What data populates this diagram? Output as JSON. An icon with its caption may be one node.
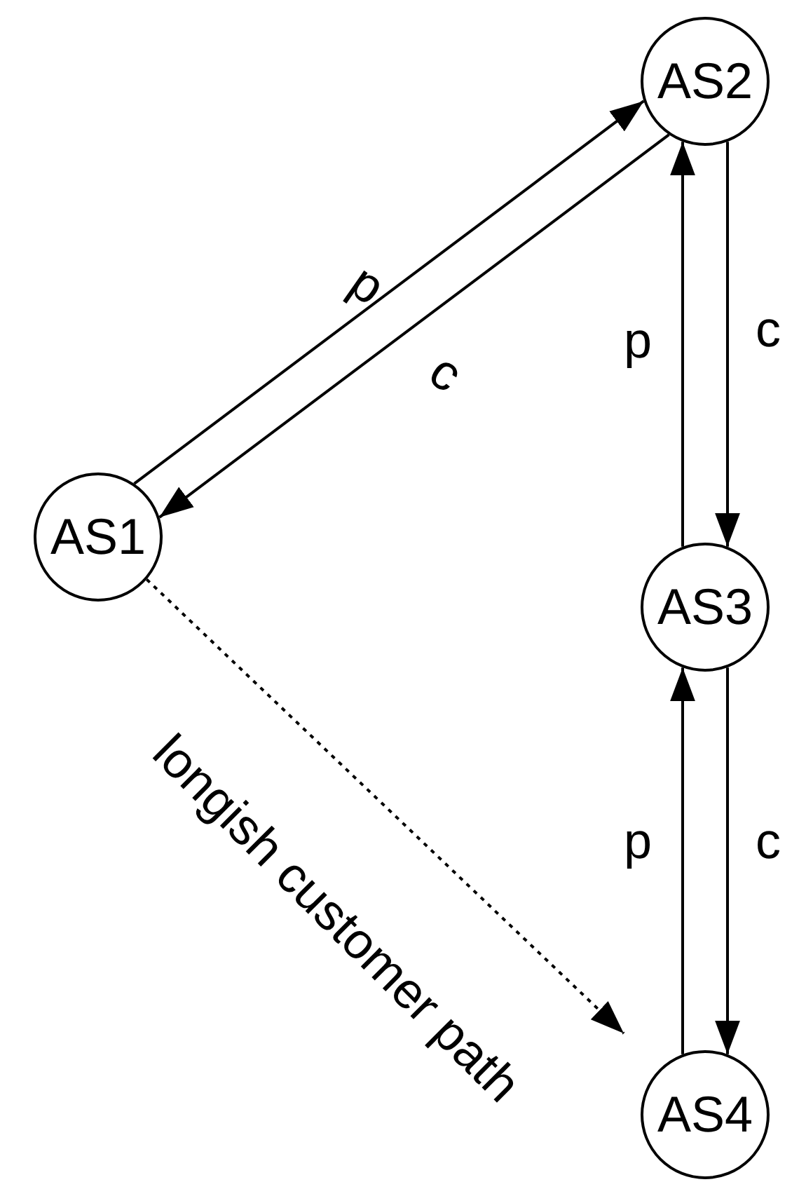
{
  "diagram": {
    "nodes": [
      {
        "text": [
          "AS1"
        ]
      },
      {
        "text": [
          "AS2"
        ]
      },
      {
        "text": [
          "AS3"
        ]
      },
      {
        "text": [
          "AS4"
        ]
      }
    ],
    "edges": [
      {
        "from": 0,
        "to": 1,
        "arrow": "to",
        "label": "p"
      },
      {
        "from": 1,
        "to": 0,
        "arrow": "to",
        "label": "c"
      },
      {
        "from": 2,
        "to": 1,
        "arrow": "to",
        "label": "p"
      },
      {
        "from": 1,
        "to": 2,
        "arrow": "to",
        "label": "c"
      },
      {
        "from": 3,
        "to": 2,
        "arrow": "to",
        "label": "p"
      },
      {
        "from": 2,
        "to": 3,
        "arrow": "to",
        "label": "c"
      },
      {
        "from": 0,
        "to": 3,
        "arrow": "to",
        "label": "longish customer path",
        "style": "dashed"
      }
    ]
  }
}
